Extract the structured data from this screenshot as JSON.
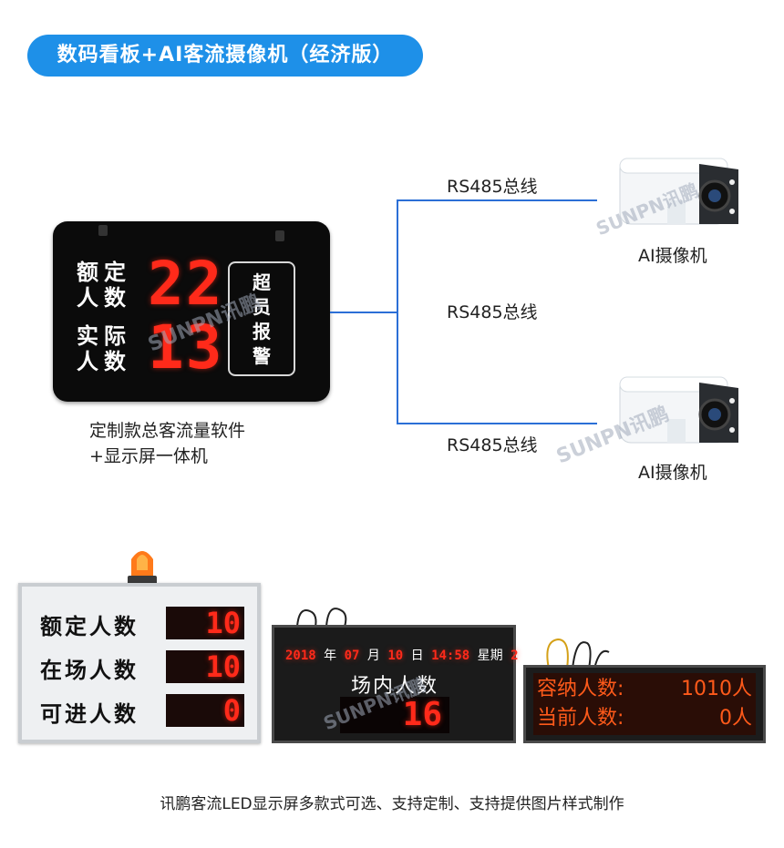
{
  "title": "数码看板+AI客流摄像机（经济版）",
  "main_board": {
    "row1_label_a": "额定",
    "row1_label_b": "人数",
    "row1_value": "22",
    "row2_label_a": "实际",
    "row2_label_b": "人数",
    "row2_value": "13",
    "alarm": [
      "超",
      "员",
      "报",
      "警"
    ]
  },
  "main_caption_line1": "定制款总客流量软件",
  "main_caption_line2": "+显示屏一体机",
  "bus_labels": [
    "RS485总线",
    "RS485总线",
    "RS485总线"
  ],
  "camera_labels": [
    "AI摄像机",
    "AI摄像机"
  ],
  "watermark": "SUNPN讯鹏",
  "panel1": {
    "rows": [
      {
        "label": "额定人数",
        "value": "10"
      },
      {
        "label": "在场人数",
        "value": "10"
      },
      {
        "label": "可进人数",
        "value": "0"
      }
    ]
  },
  "panel2": {
    "year": "2018",
    "year_unit": "年",
    "month": "07",
    "month_unit": "月",
    "day": "10",
    "day_unit": "日",
    "time": "14:58",
    "weekday_label": "星期",
    "weekday": "2",
    "title": "场内人数",
    "value": "16"
  },
  "panel3": {
    "line1_label": "容纳人数:",
    "line1_value": "1010人",
    "line2_label": "当前人数:",
    "line2_value": "0人"
  },
  "footer": "讯鹏客流LED显示屏多款式可选、支持定制、支持提供图片样式制作",
  "colors": {
    "accent": "#1e90e8",
    "led_red": "#ff2a1a",
    "led_orange": "#ff5a1a",
    "line": "#2b6fd6"
  }
}
